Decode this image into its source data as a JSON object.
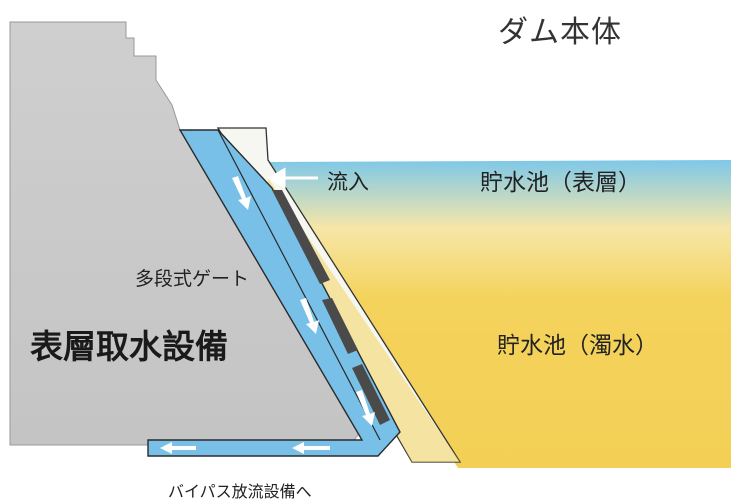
{
  "labels": {
    "dam_body": "ダム本体",
    "inflow": "流入",
    "reservoir_surface": "貯水池（表層）",
    "multistage_gate": "多段式ゲート",
    "intake_facility": "表層取水設備",
    "reservoir_turbid": "貯水池（濁水）",
    "bypass": "バイパス放流設備へ"
  },
  "colors": {
    "dam_concrete": "#c9c9c9",
    "water_surface": "#7ec8e8",
    "turbid_water": "#f4cf55",
    "intake_channel": "#78c0e8",
    "gate": "#555555",
    "arrow": "#ffffff"
  }
}
